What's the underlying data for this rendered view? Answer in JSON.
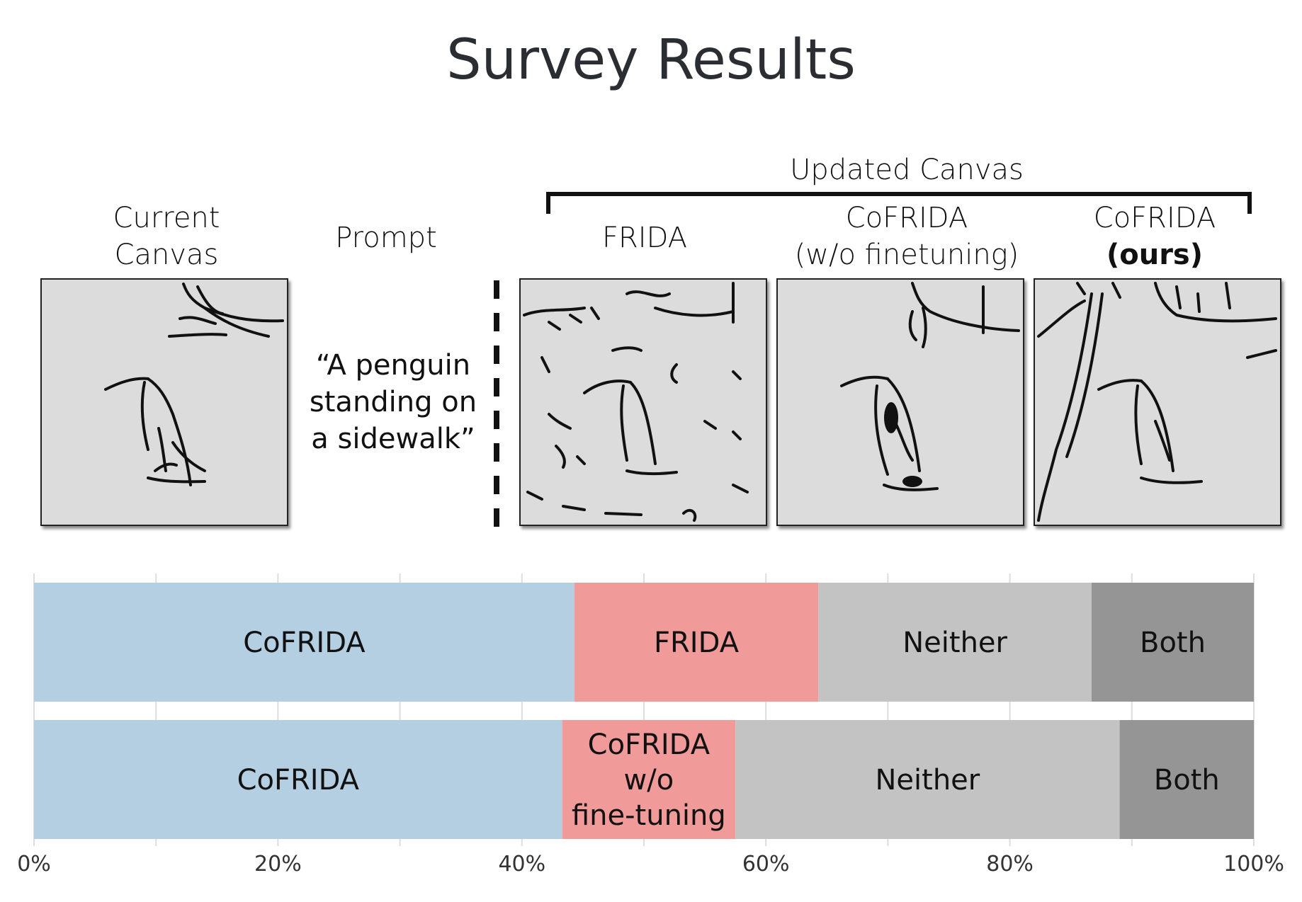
{
  "title": "Survey Results",
  "header": {
    "updated_canvas": "Updated Canvas",
    "current_canvas_line1": "Current",
    "current_canvas_line2": "Canvas",
    "prompt_heading": "Prompt",
    "frida": "FRIDA",
    "cofrida_wo_line1": "CoFRIDA",
    "cofrida_wo_line2": "(w/o finetuning)",
    "cofrida_ours_line1": "CoFRIDA",
    "cofrida_ours_line2": "(ours)"
  },
  "prompt": {
    "line1": "“A penguin",
    "line2": "standing on",
    "line3": "a sidewalk”"
  },
  "chart_data": {
    "type": "bar",
    "orientation": "horizontal-stacked-100",
    "xlim": [
      0,
      100
    ],
    "xticks": [
      "0%",
      "20%",
      "40%",
      "60%",
      "80%",
      "100%"
    ],
    "grid": true,
    "colors": {
      "cofrida": "#b4cfe2",
      "competitor": "#f09b99",
      "neither": "#c3c3c3",
      "both": "#959595"
    },
    "rows": [
      {
        "segments": [
          {
            "label": "CoFRIDA",
            "value": 44.3,
            "color_key": "cofrida"
          },
          {
            "label": "FRIDA",
            "value": 20.0,
            "color_key": "competitor"
          },
          {
            "label": "Neither",
            "value": 22.4,
            "color_key": "neither"
          },
          {
            "label": "Both",
            "value": 13.3,
            "color_key": "both"
          }
        ]
      },
      {
        "segments": [
          {
            "label": "CoFRIDA",
            "value": 43.3,
            "color_key": "cofrida"
          },
          {
            "label": "CoFRIDA\nw/o\nfine-tuning",
            "value": 14.2,
            "color_key": "competitor"
          },
          {
            "label": "Neither",
            "value": 31.5,
            "color_key": "neither"
          },
          {
            "label": "Both",
            "value": 11.0,
            "color_key": "both"
          }
        ]
      }
    ]
  }
}
